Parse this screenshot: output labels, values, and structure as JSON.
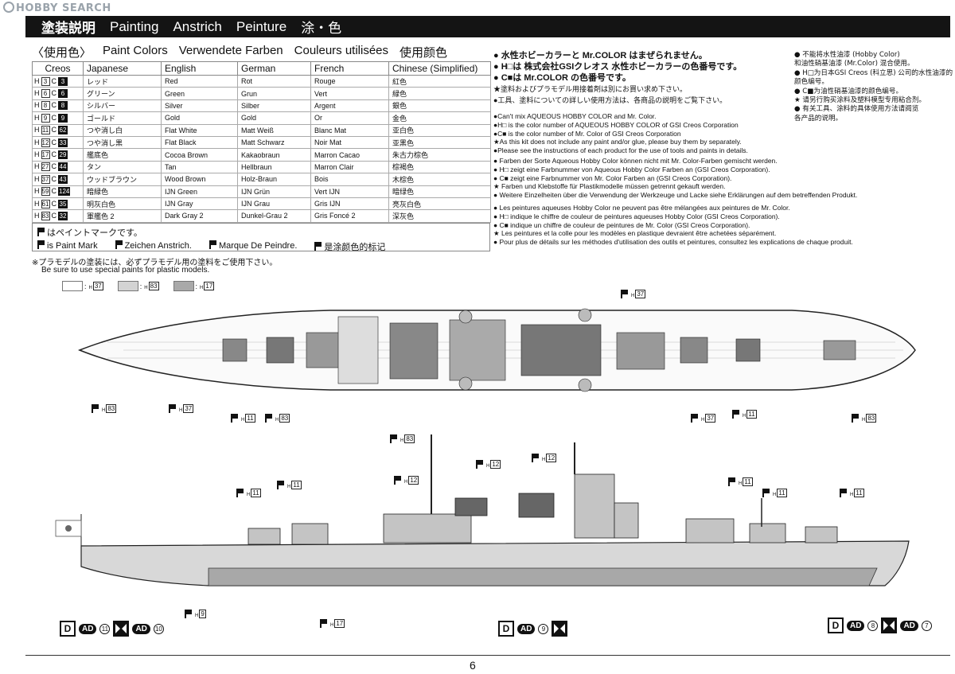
{
  "watermark": "HOBBY SEARCH",
  "header": {
    "items": [
      "塗装説明",
      "Painting",
      "Anstrich",
      "Peinture",
      "涂・色"
    ]
  },
  "colors_title": [
    "〈使用色〉",
    "Paint Colors",
    "Verwendete Farben",
    "Couleurs utilisées",
    "使用颜色"
  ],
  "table": {
    "headers": [
      "Creos",
      "Japanese",
      "English",
      "German",
      "French",
      "Chinese (Simplified)"
    ],
    "rows": [
      {
        "h": "3",
        "c": "3",
        "jp": "レッド",
        "en": "Red",
        "de": "Rot",
        "fr": "Rouge",
        "cn": "紅色"
      },
      {
        "h": "6",
        "c": "6",
        "jp": "グリーン",
        "en": "Green",
        "de": "Grun",
        "fr": "Vert",
        "cn": "緑色"
      },
      {
        "h": "8",
        "c": "8",
        "jp": "シルバー",
        "en": "Silver",
        "de": "Silber",
        "fr": "Argent",
        "cn": "銀色"
      },
      {
        "h": "9",
        "c": "9",
        "jp": "ゴールド",
        "en": "Gold",
        "de": "Gold",
        "fr": "Or",
        "cn": "金色"
      },
      {
        "h": "11",
        "c": "62",
        "jp": "つや消し白",
        "en": "Flat White",
        "de": "Matt Weiß",
        "fr": "Blanc Mat",
        "cn": "亚白色"
      },
      {
        "h": "12",
        "c": "33",
        "jp": "つや消し黒",
        "en": "Flat Black",
        "de": "Matt Schwarz",
        "fr": "Noir Mat",
        "cn": "亚黑色"
      },
      {
        "h": "17",
        "c": "29",
        "jp": "艦底色",
        "en": "Cocoa Brown",
        "de": "Kakaobraun",
        "fr": "Marron Cacao",
        "cn": "朱古力棕色"
      },
      {
        "h": "27",
        "c": "44",
        "jp": "タン",
        "en": "Tan",
        "de": "Hellbraun",
        "fr": "Marron Clair",
        "cn": "棕褐色"
      },
      {
        "h": "37",
        "c": "43",
        "jp": "ウッドブラウン",
        "en": "Wood Brown",
        "de": "Holz-Braun",
        "fr": "Bois",
        "cn": "木棕色"
      },
      {
        "h": "59",
        "c": "124",
        "jp": "暗緑色",
        "en": "IJN Green",
        "de": "IJN Grün",
        "fr": "Vert IJN",
        "cn": "暗绿色"
      },
      {
        "h": "61",
        "c": "35",
        "jp": "明灰白色",
        "en": "IJN Gray",
        "de": "IJN Grau",
        "fr": "Gris IJN",
        "cn": "亮灰白色"
      },
      {
        "h": "83",
        "c": "32",
        "jp": "軍艦色 2",
        "en": "Dark Gray 2",
        "de": "Dunkel-Grau 2",
        "fr": "Gris Foncé 2",
        "cn": "深灰色"
      }
    ]
  },
  "mark": {
    "jp": "はペイントマークです。",
    "en": "is Paint Mark",
    "de": "Zeichen Anstrich.",
    "fr": "Marque De Peindre.",
    "cn": "是涂颜色的标记"
  },
  "note_jp": "※プラモデルの塗装には、必ずプラモデル用の塗料をご使用下さい。",
  "note_en": "Be sure to use special paints for plastic models.",
  "swatches": [
    {
      "code": "37",
      "color": "#ffffff"
    },
    {
      "code": "83",
      "color": "#d3d3d3"
    },
    {
      "code": "17",
      "color": "#a9a9a9"
    }
  ],
  "notes_jp": [
    "● 水性ホビーカラーと Mr.COLOR はまぜられません。",
    "● H□は 株式会社GSIクレオス 水性ホビーカラーの色番号です。",
    "● C■は Mr.COLOR の色番号です。",
    "★塗料およびプラモデル用接着剤は別にお買い求め下さい。",
    "●工具、塗料についての詳しい使用方法は、各商品の説明をご覧下さい。"
  ],
  "notes_en": [
    "●Can't mix AQUEOUS HOBBY COLOR and Mr. Color.",
    "●H□ is the color number of AQUEOUS HOBBY COLOR of GSI Creos Corporation",
    "●C■ is the color number of Mr. Color of GSI Creos Corporation",
    "★As this kit does not include any paint and/or glue, please buy them by separately.",
    "●Please see the instructions of each product for the use of tools and paints in details."
  ],
  "notes_de": [
    "● Farben der Sorte Aqueous Hobby Color können nicht mit Mr. Color-Farben gemischt werden.",
    "● H□ zeigt eine Farbnummer von Aqueous Hobby Color Farben an (GSI Creos Corporation).",
    "● C■ zeigt eine Farbnummer von Mr. Color Farben an (GSI Creos Corporation).",
    "★ Farben und Klebstoffe für Plastikmodelle müssen getrennt gekauft werden.",
    "● Weitere Einzelheiten über die Verwendung der Werkzeuge und Lacke siehe Erklärungen auf dem betreffenden Produkt."
  ],
  "notes_fr": [
    "● Les peintures aqueuses Hobby Color ne peuvent pas être mélangées aux peintures de Mr. Color.",
    "● H□ indique le chiffre de couleur de peintures aqueuses Hobby Color (GSI Creos Corporation).",
    "● C■ indique un chiffre de couleur de peintures de Mr. Color (GSI Creos Corporation).",
    "★ Les peintures et la colle pour les modèles en plastique devraient être achetées séparément.",
    "● Pour plus de détails sur les méthodes d'utilisation des outils et peintures, consultez les explications de chaque produit."
  ],
  "notes_cn": [
    "● 不能将水性油漆 (Hobby Color)",
    "   和油性硝基油漆 (Mr.Color) 混合使用。",
    "● H□为日本GSI Creos (科立思) 公司的水性油漆的颜色编号。",
    "● C■为油性硝基油漆的颜色编号。",
    "★ 请另行购买涂料及塑料模型专用粘合剂。",
    "● 有关工具、涂料的具体使用方法请阅览",
    "   各产品的说明。"
  ],
  "callouts_top": [
    {
      "code": "37"
    },
    {
      "code": "83"
    },
    {
      "code": "37"
    },
    {
      "code": "11"
    },
    {
      "code": "83"
    },
    {
      "code": "37"
    },
    {
      "code": "11"
    },
    {
      "code": "83"
    }
  ],
  "callouts_side": [
    {
      "code": "83"
    },
    {
      "code": "12"
    },
    {
      "code": "12"
    },
    {
      "code": "12"
    },
    {
      "code": "11"
    },
    {
      "code": "11"
    },
    {
      "code": "11"
    },
    {
      "code": "11"
    },
    {
      "code": "11"
    },
    {
      "code": "9"
    },
    {
      "code": "17"
    }
  ],
  "legend": [
    {
      "d": "D",
      "ad1": "AD",
      "n1": "11",
      "ad2": "AD",
      "n2": "10"
    },
    {
      "d": "D",
      "ad1": "AD",
      "n1": "9"
    },
    {
      "d": "D",
      "ad1": "AD",
      "n1": "8",
      "ad2": "AD",
      "n2": "7"
    }
  ],
  "page_number": "6"
}
